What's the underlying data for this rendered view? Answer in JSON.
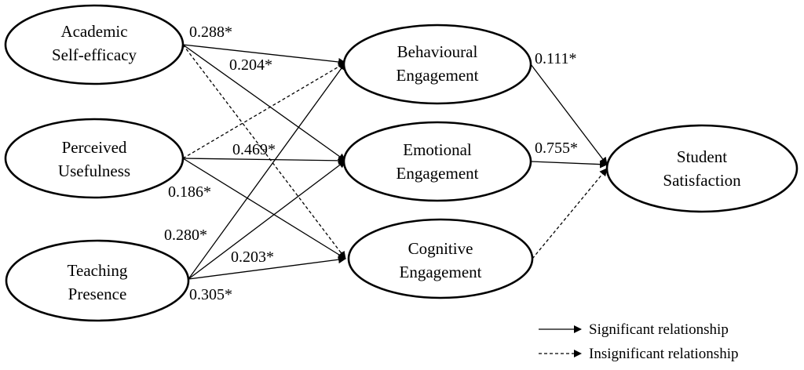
{
  "nodes": {
    "academic_self_efficacy": {
      "line1": "Academic",
      "line2": "Self-efficacy"
    },
    "perceived_usefulness": {
      "line1": "Perceived",
      "line2": "Usefulness"
    },
    "teaching_presence": {
      "line1": "Teaching",
      "line2": "Presence"
    },
    "behavioural_engagement": {
      "line1": "Behavioural",
      "line2": "Engagement"
    },
    "emotional_engagement": {
      "line1": "Emotional",
      "line2": "Engagement"
    },
    "cognitive_engagement": {
      "line1": "Cognitive",
      "line2": "Engagement"
    },
    "student_satisfaction": {
      "line1": "Student",
      "line2": "Satisfaction"
    }
  },
  "paths": [
    {
      "from": "Academic Self-efficacy",
      "to": "Behavioural Engagement",
      "coefficient": "0.288*",
      "significant": true
    },
    {
      "from": "Academic Self-efficacy",
      "to": "Emotional Engagement",
      "coefficient": "0.204*",
      "significant": true
    },
    {
      "from": "Academic Self-efficacy",
      "to": "Cognitive Engagement",
      "coefficient": "",
      "significant": false
    },
    {
      "from": "Perceived Usefulness",
      "to": "Behavioural Engagement",
      "coefficient": "",
      "significant": false
    },
    {
      "from": "Perceived Usefulness",
      "to": "Emotional Engagement",
      "coefficient": "0.469*",
      "significant": true
    },
    {
      "from": "Perceived Usefulness",
      "to": "Cognitive Engagement",
      "coefficient": "0.186*",
      "significant": true
    },
    {
      "from": "Teaching Presence",
      "to": "Behavioural Engagement",
      "coefficient": "0.280*",
      "significant": true
    },
    {
      "from": "Teaching Presence",
      "to": "Emotional Engagement",
      "coefficient": "0.203*",
      "significant": true
    },
    {
      "from": "Teaching Presence",
      "to": "Cognitive Engagement",
      "coefficient": "0.305*",
      "significant": true
    },
    {
      "from": "Behavioural Engagement",
      "to": "Student Satisfaction",
      "coefficient": "0.111*",
      "significant": true
    },
    {
      "from": "Emotional Engagement",
      "to": "Student Satisfaction",
      "coefficient": "0.755*",
      "significant": true
    },
    {
      "from": "Cognitive Engagement",
      "to": "Student Satisfaction",
      "coefficient": "",
      "significant": false
    }
  ],
  "coefficients": {
    "ase_be": "0.288*",
    "ase_ee": "0.204*",
    "pu_ee": "0.469*",
    "pu_ce": "0.186*",
    "tp_be": "0.280*",
    "tp_ee": "0.203*",
    "tp_ce": "0.305*",
    "be_ss": "0.111*",
    "ee_ss": "0.755*"
  },
  "legend": {
    "significant": "Significant relationship",
    "insignificant": "Insignificant relationship"
  }
}
